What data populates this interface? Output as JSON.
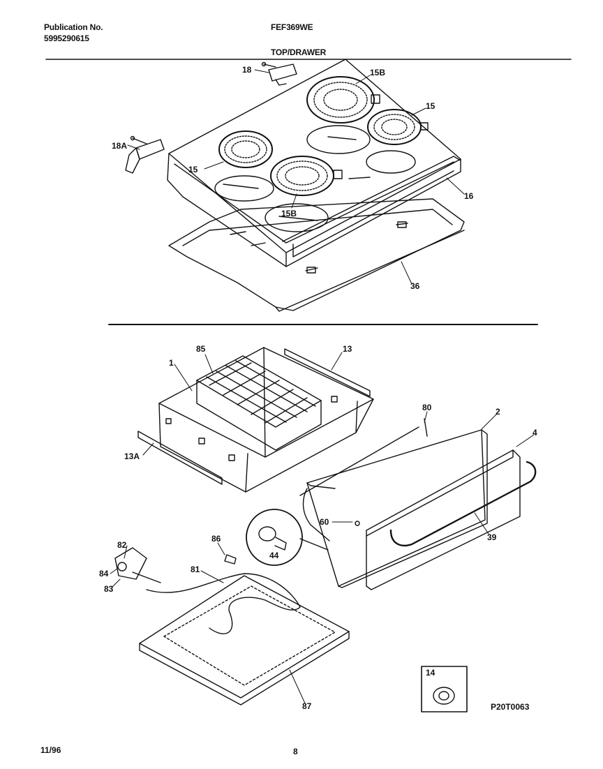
{
  "header": {
    "publication_label": "Publication No.",
    "publication_number": "5995290615",
    "model": "FEF369WE",
    "section": "TOP/DRAWER"
  },
  "callouts": {
    "c18": "18",
    "c15B_top": "15B",
    "c15_right": "15",
    "c18A": "18A",
    "c15_left": "15",
    "c15B_front": "15B",
    "c16": "16",
    "c36": "36",
    "c85": "85",
    "c13": "13",
    "c1": "1",
    "c80": "80",
    "c2": "2",
    "c4": "4",
    "c13A": "13A",
    "c60": "60",
    "c39": "39",
    "c86": "86",
    "c44": "44",
    "c82": "82",
    "c84": "84",
    "c83": "83",
    "c81": "81",
    "c14": "14",
    "c87": "87"
  },
  "drawing_code": "P20T0063",
  "footer": {
    "date": "11/96",
    "page": "8"
  }
}
